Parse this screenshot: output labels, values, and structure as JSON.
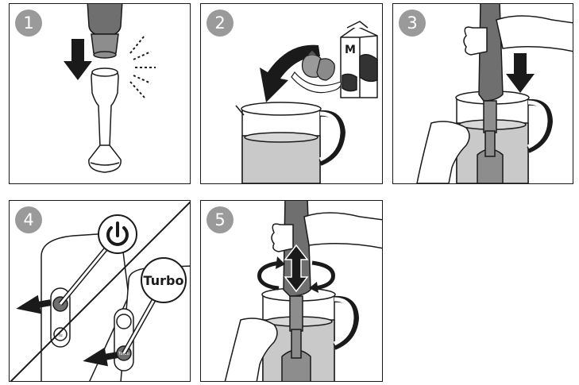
{
  "steps": [
    {
      "number": "1"
    },
    {
      "number": "2"
    },
    {
      "number": "3"
    },
    {
      "number": "4"
    },
    {
      "number": "5"
    }
  ],
  "milk_carton": {
    "letter": "M"
  },
  "controls": {
    "turbo_label": "Turbo",
    "turbo_small_label": "Turbo",
    "small_turbo_abbrev": "Tu",
    "power_icon": "power-icon"
  },
  "colors": {
    "badge": "#9a9a9a",
    "appliance": "#6f6f6f",
    "liquid": "#c9c9c9",
    "outline": "#1a1a1a"
  }
}
